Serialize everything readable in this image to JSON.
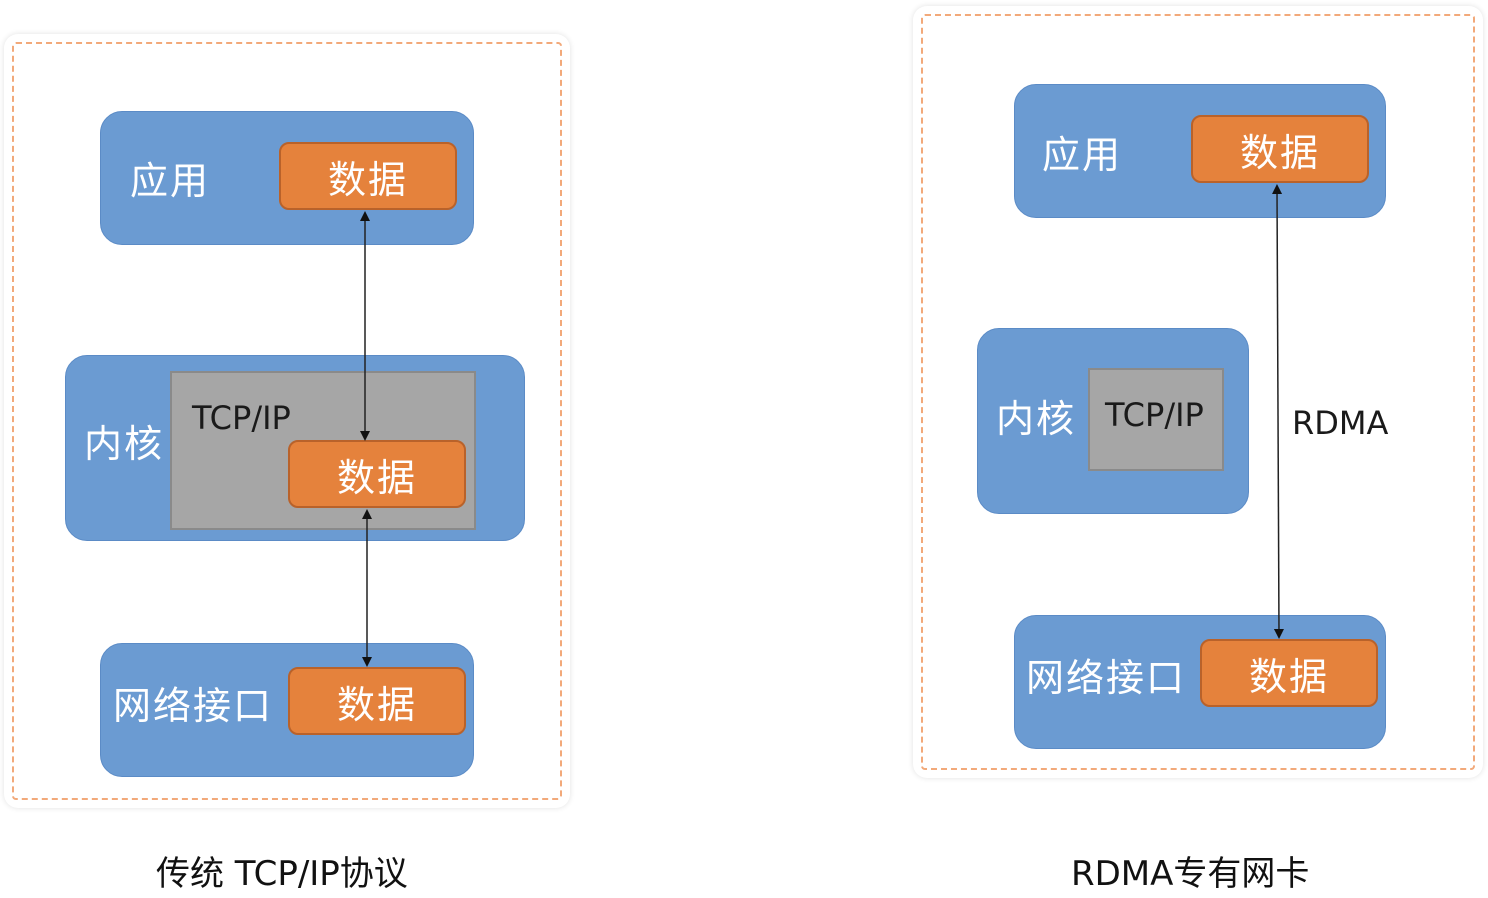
{
  "left": {
    "app_label": "应用",
    "app_data": "数据",
    "kernel_label": "内核",
    "tcp_label": "TCP/IP",
    "kernel_data": "数据",
    "nic_label": "网络接口",
    "nic_data": "数据",
    "caption": "传统 TCP/IP协议"
  },
  "right": {
    "app_label": "应用",
    "app_data": "数据",
    "kernel_label": "内核",
    "tcp_label": "TCP/IP",
    "rdma_label": "RDMA",
    "nic_label": "网络接口",
    "nic_data": "数据",
    "caption": "RDMA专有网卡"
  },
  "colors": {
    "layer": "#6b9bd2",
    "data": "#e5823c",
    "tcp": "#a6a6a6",
    "dashed_border": "#f2a97a"
  }
}
